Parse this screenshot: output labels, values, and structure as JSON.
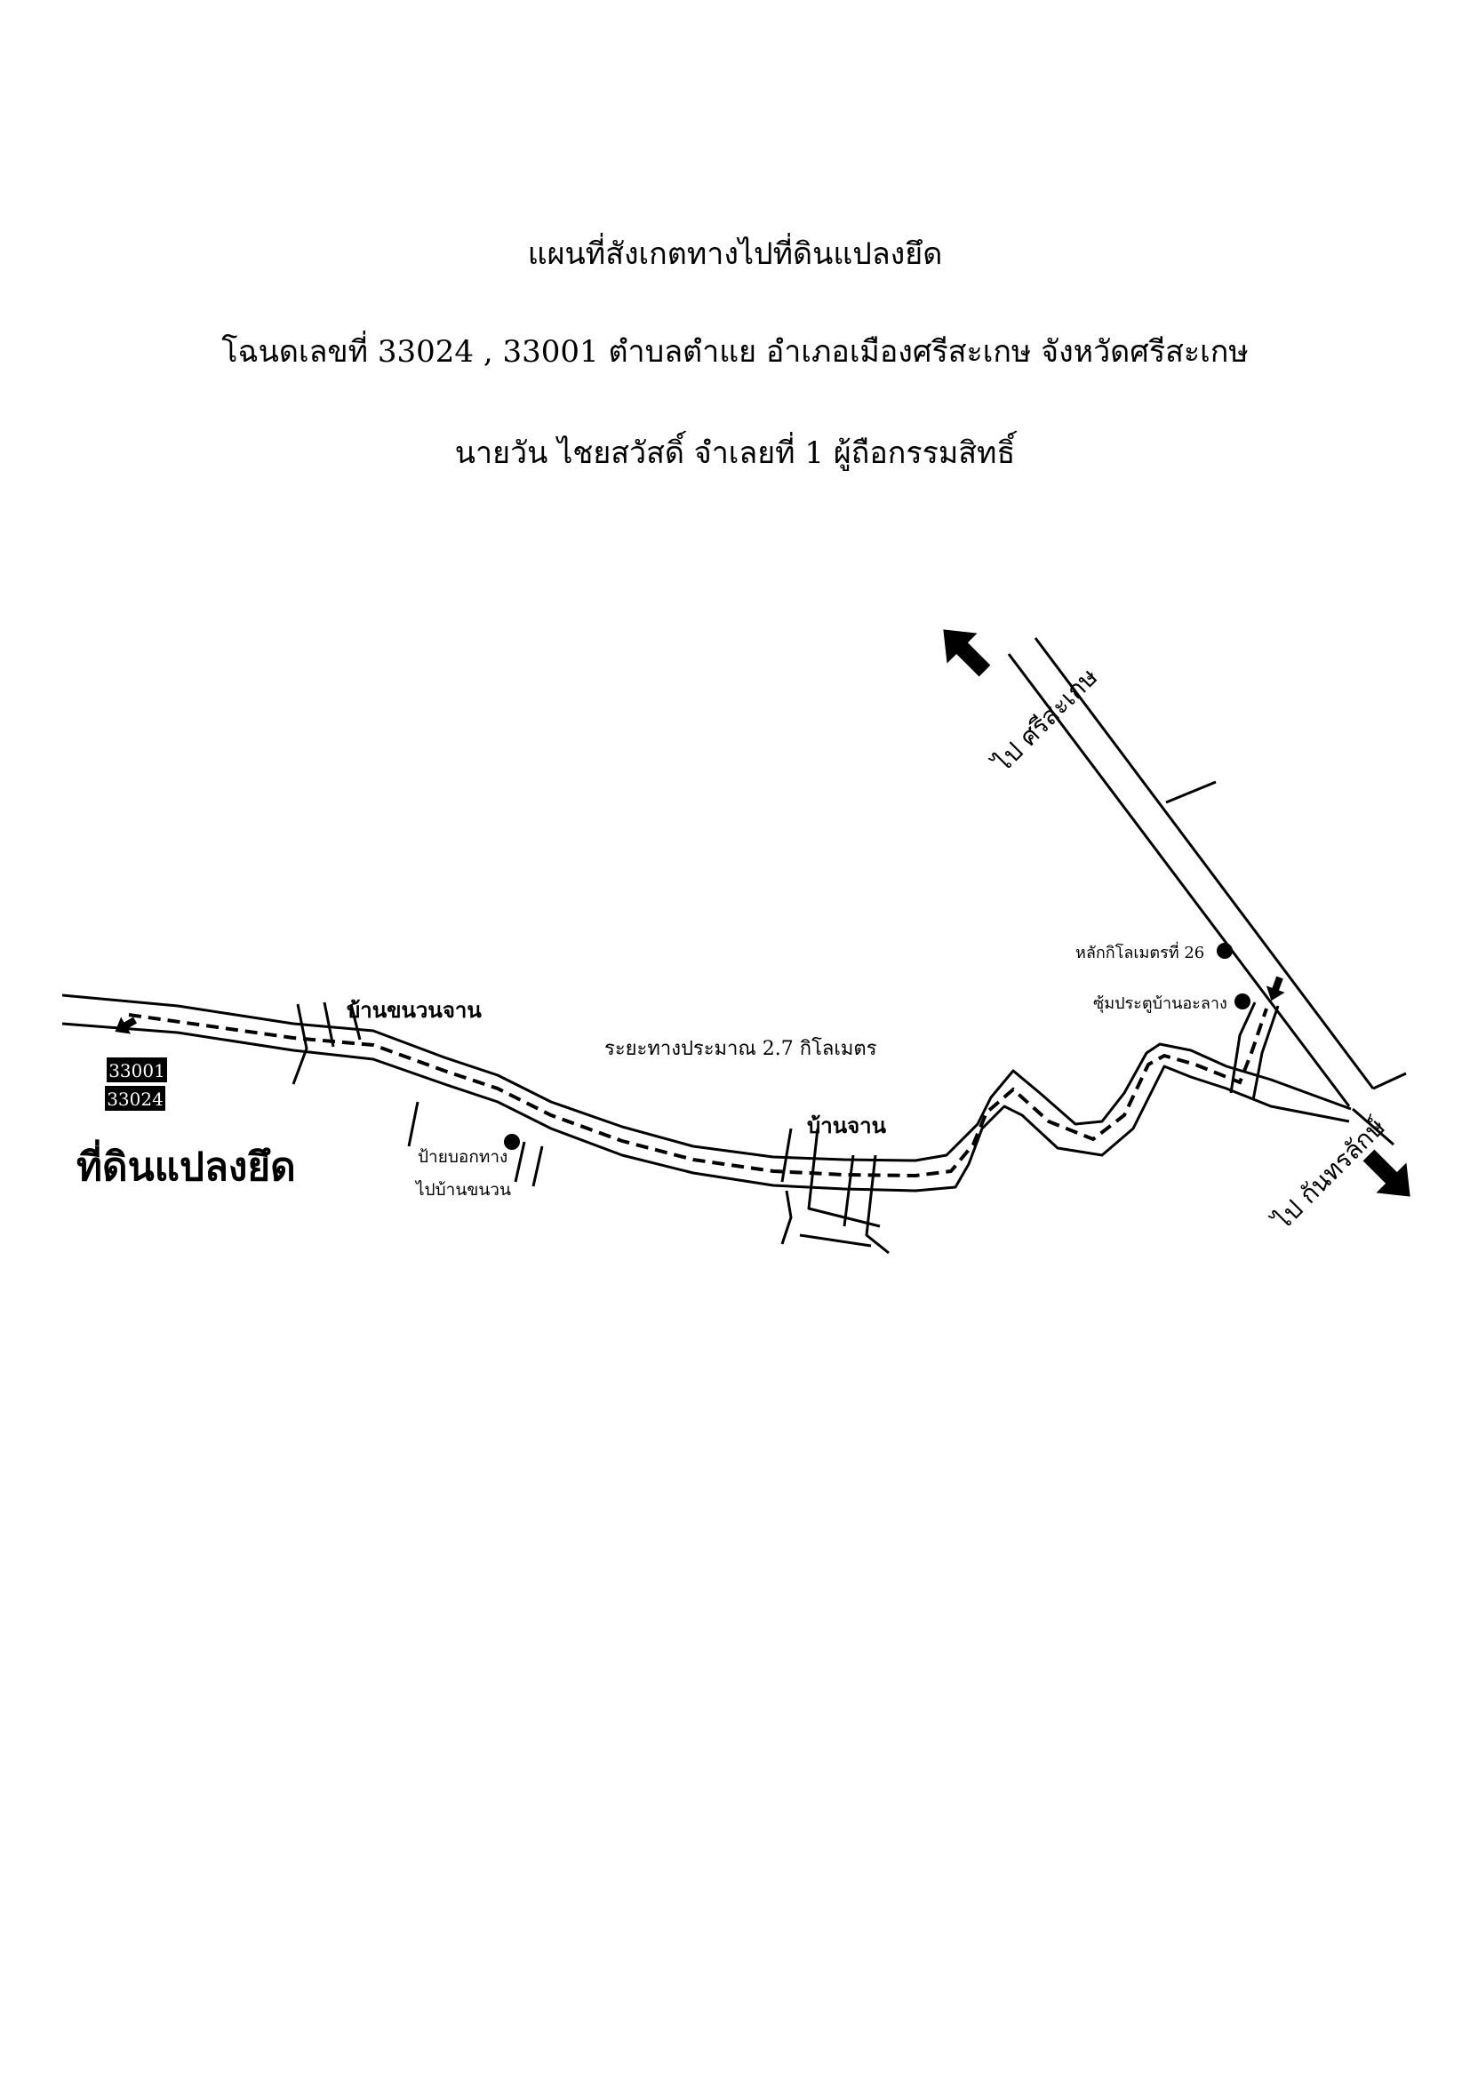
{
  "header": {
    "title": "แผนที่สังเกตทางไปที่ดินแปลงยึด",
    "deed_line": "โฉนดเลขที่ 33024 , 33001 ตำบลตำแย อำเภอเมืองศรีสะเกษ จังหวัดศรีสะเกษ",
    "owner_line": "นายวัน ไชยสวัสดิ์ จำเลยที่ 1 ผู้ถือกรรมสิทธิ์"
  },
  "map": {
    "to_sisaket": "ไป ศรีสะเกษ",
    "to_kantharalak": "ไป กันทรลักษ์",
    "km_post": "หลักกิโลเมตรที่ 26",
    "gate_label": "ซุ้มประตูบ้านอะลาง",
    "village_khonuan": "บ้านขนวนจาน",
    "village_chan": "บ้านจาน",
    "distance": "ระยะทางประมาณ 2.7 กิโลเมตร",
    "sign_line1": "ป้ายบอกทาง",
    "sign_line2": "ไปบ้านขนวน",
    "deed_no_1": "33001",
    "deed_no_2": "33024",
    "seized_land": "ที่ดินแปลงยึด"
  }
}
